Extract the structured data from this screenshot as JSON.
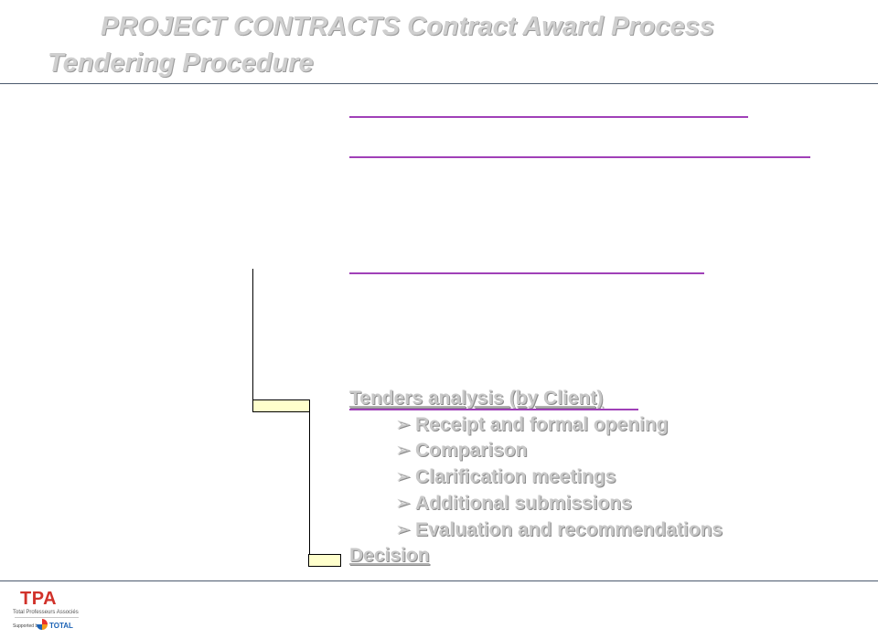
{
  "title": {
    "line1": "PROJECT CONTRACTS Contract Award  Process",
    "line2": "Tendering Procedure"
  },
  "content": {
    "analysis_heading": "Tenders analysis (by Client)",
    "analysis_items": [
      "Receipt and formal opening",
      "Comparison",
      "Clarification meetings",
      "Additional submissions",
      "Evaluation and recommendations"
    ],
    "bullet_glyph": "➢",
    "decision_heading": "Decision"
  },
  "footer": {
    "logo_text": "TPA",
    "logo_subtitle": "Total Professeurs Associés",
    "supported_by": "Supported by",
    "total_text": "TOTAL"
  },
  "colors": {
    "accent_line": "#a040b8",
    "text": "#c8c8c8",
    "box_fill": "#ffffcc",
    "logo_red": "#d1322a"
  }
}
